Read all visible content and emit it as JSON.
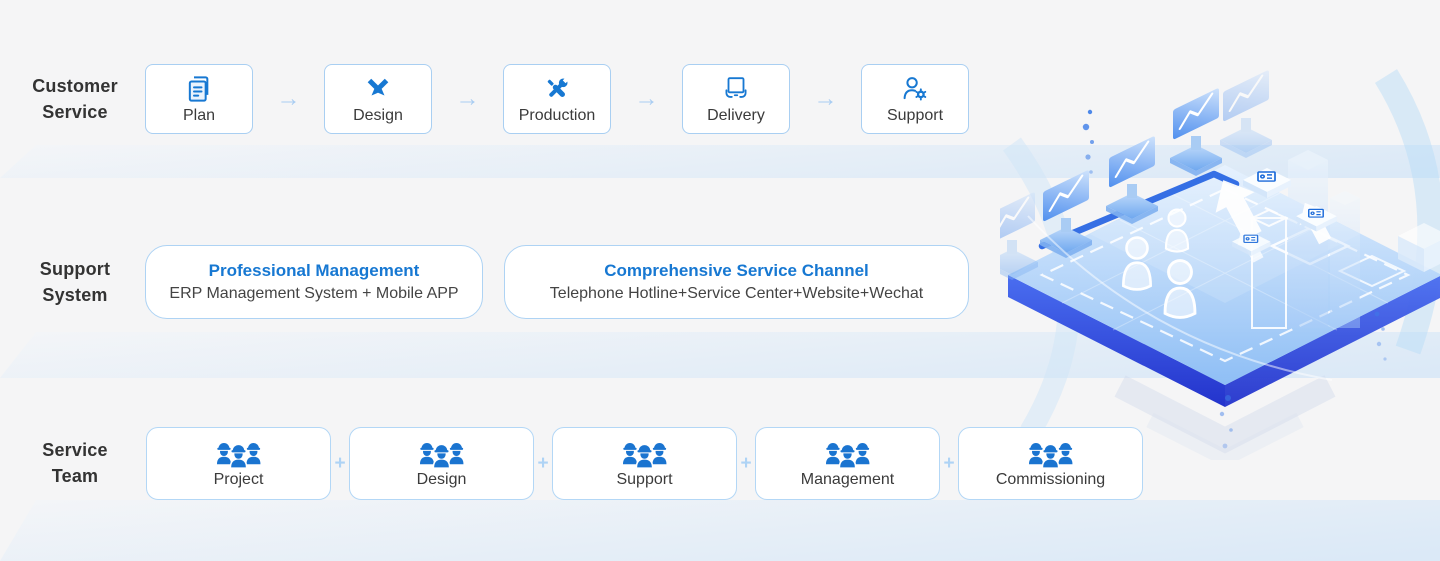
{
  "sections": {
    "customer_service": {
      "label_line1": "Customer",
      "label_line2": "Service",
      "connector": "→",
      "steps": [
        {
          "label": "Plan",
          "icon": "document-icon"
        },
        {
          "label": "Design",
          "icon": "pen-pencil-icon"
        },
        {
          "label": "Production",
          "icon": "wrench-screwdriver-icon"
        },
        {
          "label": "Delivery",
          "icon": "hands-holding-box-icon"
        },
        {
          "label": "Support",
          "icon": "user-gear-icon"
        }
      ]
    },
    "support_system": {
      "label_line1": "Support",
      "label_line2": "System",
      "cards": [
        {
          "title": "Professional Management",
          "subtitle": "ERP Management System + Mobile APP"
        },
        {
          "title": "Comprehensive Service Channel",
          "subtitle": "Telephone Hotline+Service Center+Website+Wechat"
        }
      ]
    },
    "service_team": {
      "label_line1": "Service",
      "label_line2": "Team",
      "connector": "+",
      "teams": [
        {
          "label": "Project",
          "icon": "workers-icon"
        },
        {
          "label": "Design",
          "icon": "workers-icon"
        },
        {
          "label": "Support",
          "icon": "workers-icon"
        },
        {
          "label": "Management",
          "icon": "workers-icon"
        },
        {
          "label": "Commissioning",
          "icon": "workers-icon"
        }
      ]
    }
  },
  "illustration": {
    "name": "isometric-digital-service-platform"
  },
  "colors": {
    "background": "#f5f5f6",
    "accent_blue": "#1778d2",
    "icon_blue": "#1a74d0",
    "card_border": "#a9cff2",
    "connector_blue": "#aed3f5",
    "text_dark": "#3b3b3b",
    "ribbon_blue": "#dbe9f7",
    "platform_rim_blue": "#2e49dd"
  }
}
